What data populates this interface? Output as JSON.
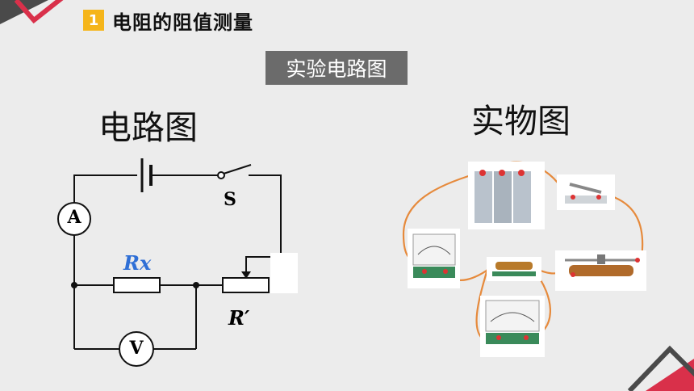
{
  "section": {
    "number": "1",
    "title": "电阻的阻值测量"
  },
  "banner": "实验电路图",
  "circuit_heading": "电路图",
  "photo_heading": "实物图",
  "circuit": {
    "ammeter": "A",
    "voltmeter": "V",
    "switch": "S",
    "resistor": "Rx",
    "rheostat": "R′"
  },
  "colors": {
    "accent": "#d9304a",
    "badge": "#f5b51a",
    "wire": "#e68a3c",
    "rx_label": "#2f6fd6"
  }
}
